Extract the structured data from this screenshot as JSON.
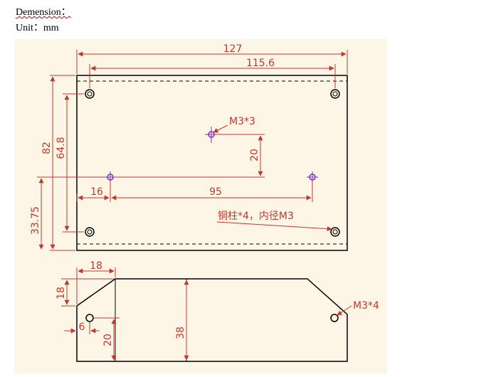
{
  "header": {
    "dimension_label": "Demension：",
    "unit_label": "Unit：mm"
  },
  "drawing": {
    "top_view": {
      "dims": {
        "overall_width": "127",
        "hole_spacing_x": "115.6",
        "overall_height": "82",
        "hole_spacing_y": "64.8",
        "edge_to_hole_x": "16",
        "pin_spacing_x": "95",
        "pin_offset_y": "20",
        "bottom_offset": "33.75"
      },
      "notes": {
        "screw_note": "M3*3",
        "standoff_note": "铜柱*4，内径M3"
      }
    },
    "side_view": {
      "dims": {
        "chamfer_width": "18",
        "chamfer_height": "18",
        "hole_offset_x": "6",
        "hole_offset_y": "20",
        "height": "38"
      },
      "notes": {
        "screw_note": "M3*4"
      }
    },
    "colors": {
      "background": "#fdf6e7",
      "outline": "#000000",
      "dimension": "#c0392b",
      "marker": "#7b2fbe"
    }
  }
}
